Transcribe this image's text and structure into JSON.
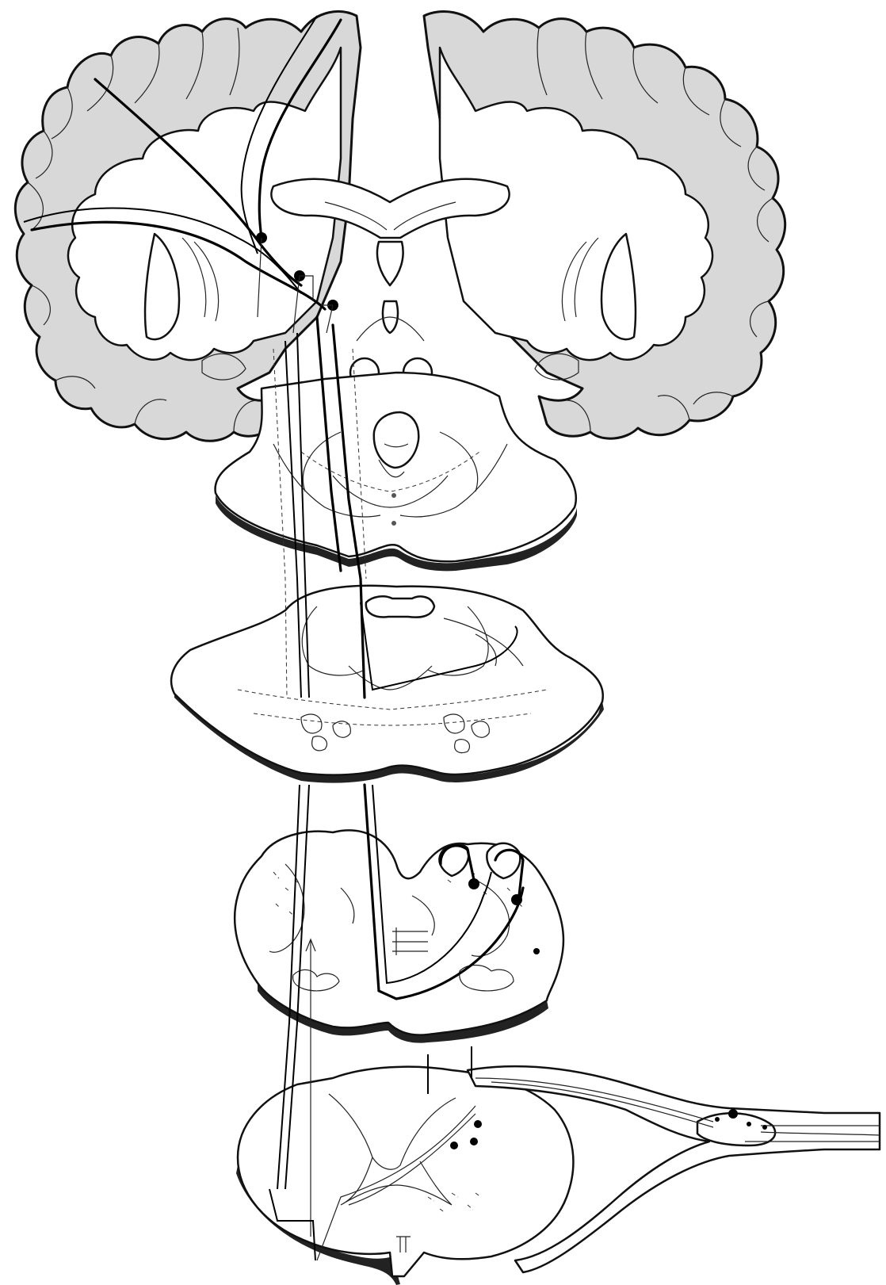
{
  "image": {
    "kind": "anatomical line drawing",
    "palette": {
      "ink": "#000000",
      "paper": "#ffffff",
      "stipple": "#d8d8d8"
    }
  },
  "sections": [
    "coronal-cerebrum",
    "midbrain",
    "pons",
    "medulla",
    "spinal-cord"
  ],
  "labels": []
}
